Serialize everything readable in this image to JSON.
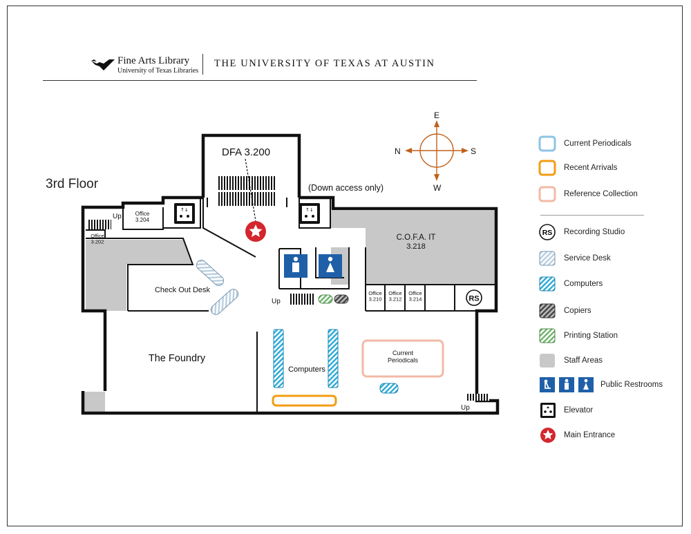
{
  "header": {
    "library_name": "Fine Arts Library",
    "library_sub": "University of Texas Libraries",
    "university": "THE UNIVERSITY OF TEXAS AT AUSTIN"
  },
  "map": {
    "floor": "3rd Floor",
    "entrance_label": "DFA 3.200",
    "down_access": "(Down access only)",
    "compass": {
      "north": "N",
      "south": "S",
      "east": "E",
      "west": "W"
    },
    "rooms": {
      "office_3204": "Office\n3.204",
      "office_3202": "Office\n3.202",
      "cofa_it": "C.O.F.A. IT",
      "cofa_it_num": "3.218",
      "office_3210": "Office\n3.210",
      "office_3212": "Office\n3.212",
      "office_3214": "Office\n3.214",
      "check_out_desk": "Check Out Desk",
      "foundry": "The Foundry",
      "computers": "Computers",
      "current_periodicals": "Current\nPeriodicals",
      "recording_studio": "RS"
    },
    "stairs": {
      "up_nw": "Up",
      "up_center": "Up",
      "up_se": "Up"
    }
  },
  "legend": {
    "items": [
      {
        "key": "current_periodicals",
        "label": "Current Periodicals",
        "color": "#8ec3e6"
      },
      {
        "key": "recent_arrivals",
        "label": "Recent Arrivals",
        "color": "#f39c12"
      },
      {
        "key": "reference_collection",
        "label": "Reference Collection",
        "color": "#f2b9a6"
      },
      {
        "key": "recording_studio",
        "label": "Recording Studio",
        "glyph": "RS"
      },
      {
        "key": "service_desk",
        "label": "Service Desk",
        "color": "#b9cfe0"
      },
      {
        "key": "computers",
        "label": "Computers",
        "color": "#2aa9d6"
      },
      {
        "key": "copiers",
        "label": "Copiers",
        "color": "#555555"
      },
      {
        "key": "printing_station",
        "label": "Printing Station",
        "color": "#6fb36a"
      },
      {
        "key": "staff_areas",
        "label": "Staff Areas",
        "color": "#c8c8c8"
      },
      {
        "key": "public_restrooms",
        "label": "Public Restrooms",
        "color": "#1f5fa8"
      },
      {
        "key": "elevator",
        "label": "Elevator",
        "icon": "elevator-icon"
      },
      {
        "key": "main_entrance",
        "label": "Main Entrance",
        "color": "#d3262e"
      }
    ]
  }
}
